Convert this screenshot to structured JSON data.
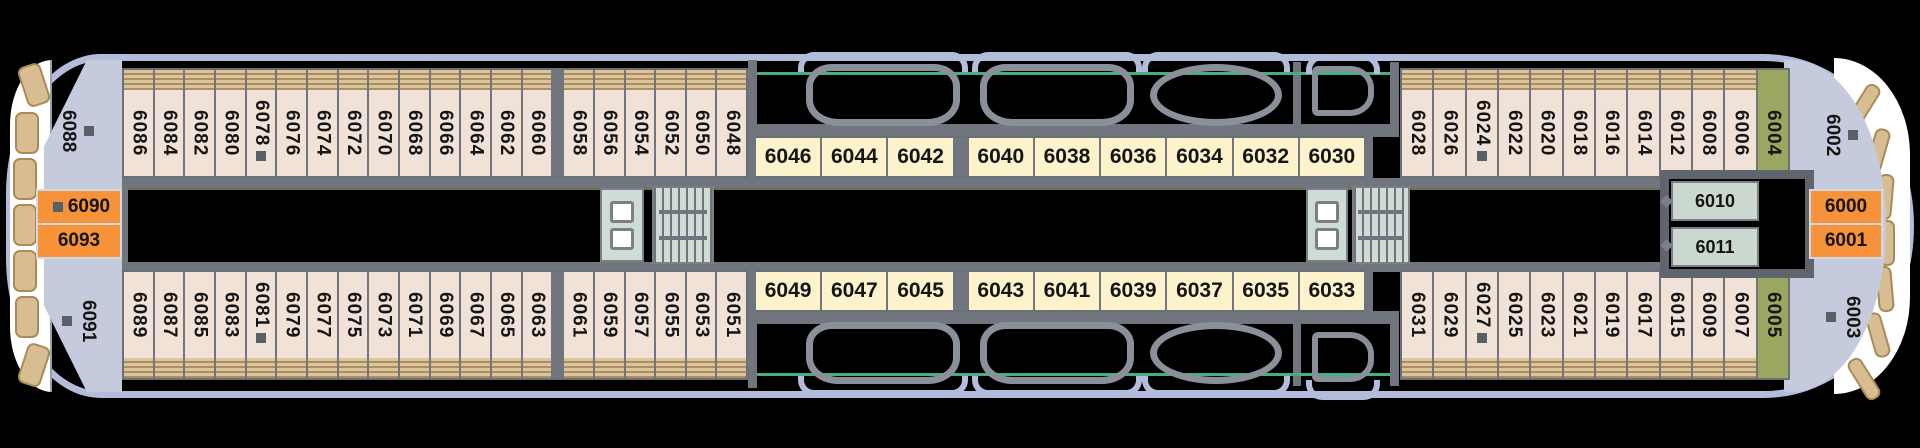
{
  "plan": {
    "rows": {
      "top_left": [
        {
          "n": "6086"
        },
        {
          "n": "6084"
        },
        {
          "n": "6082"
        },
        {
          "n": "6080"
        },
        {
          "n": "6078",
          "marker": "after"
        },
        {
          "n": "6076"
        },
        {
          "n": "6074"
        },
        {
          "n": "6072"
        },
        {
          "n": "6070"
        },
        {
          "n": "6068"
        },
        {
          "n": "6066"
        },
        {
          "n": "6064"
        },
        {
          "n": "6062"
        },
        {
          "n": "6060",
          "gap_after": true
        },
        {
          "n": "6058"
        },
        {
          "n": "6056"
        },
        {
          "n": "6054"
        },
        {
          "n": "6052"
        },
        {
          "n": "6050"
        },
        {
          "n": "6048"
        }
      ],
      "top_inner": [
        {
          "n": "6046"
        },
        {
          "n": "6044"
        },
        {
          "n": "6042",
          "gap_after": true
        },
        {
          "n": "6040"
        },
        {
          "n": "6038"
        },
        {
          "n": "6036"
        },
        {
          "n": "6034"
        },
        {
          "n": "6032"
        },
        {
          "n": "6030"
        }
      ],
      "top_right": [
        {
          "n": "6028"
        },
        {
          "n": "6026"
        },
        {
          "n": "6024",
          "marker": "after"
        },
        {
          "n": "6022"
        },
        {
          "n": "6020"
        },
        {
          "n": "6018"
        },
        {
          "n": "6016"
        },
        {
          "n": "6014"
        },
        {
          "n": "6012"
        },
        {
          "n": "6008"
        },
        {
          "n": "6006"
        },
        {
          "n": "6004",
          "type": "green"
        }
      ],
      "bottom_left": [
        {
          "n": "6089"
        },
        {
          "n": "6087"
        },
        {
          "n": "6085"
        },
        {
          "n": "6083"
        },
        {
          "n": "6081",
          "marker": "after"
        },
        {
          "n": "6079"
        },
        {
          "n": "6077"
        },
        {
          "n": "6075"
        },
        {
          "n": "6073"
        },
        {
          "n": "6071"
        },
        {
          "n": "6069"
        },
        {
          "n": "6067"
        },
        {
          "n": "6065"
        },
        {
          "n": "6063",
          "gap_after": true
        },
        {
          "n": "6061"
        },
        {
          "n": "6059"
        },
        {
          "n": "6057"
        },
        {
          "n": "6055"
        },
        {
          "n": "6053"
        },
        {
          "n": "6051"
        }
      ],
      "bottom_inner": [
        {
          "n": "6049"
        },
        {
          "n": "6047"
        },
        {
          "n": "6045",
          "gap_after": true
        },
        {
          "n": "6043"
        },
        {
          "n": "6041"
        },
        {
          "n": "6039"
        },
        {
          "n": "6037"
        },
        {
          "n": "6035"
        },
        {
          "n": "6033"
        }
      ],
      "bottom_right": [
        {
          "n": "6031"
        },
        {
          "n": "6029"
        },
        {
          "n": "6027",
          "marker": "after"
        },
        {
          "n": "6025"
        },
        {
          "n": "6023"
        },
        {
          "n": "6021"
        },
        {
          "n": "6019"
        },
        {
          "n": "6017"
        },
        {
          "n": "6015"
        },
        {
          "n": "6009"
        },
        {
          "n": "6007"
        },
        {
          "n": "6005",
          "type": "green"
        }
      ]
    },
    "stern": {
      "top_label": {
        "n": "6088",
        "marker": "before"
      },
      "bottom_label": {
        "n": "6091",
        "marker": "after"
      },
      "orange": [
        {
          "n": "6090",
          "marker": "before"
        },
        {
          "n": "6093"
        }
      ]
    },
    "bow": {
      "top_label": {
        "n": "6002",
        "marker": "before"
      },
      "bottom_label": {
        "n": "6003",
        "marker": "after"
      },
      "orange": [
        {
          "n": "6000"
        },
        {
          "n": "6001"
        }
      ],
      "mid_cabins": [
        {
          "n": "6010"
        },
        {
          "n": "6011"
        }
      ]
    },
    "icons": {
      "elevator": "elevator-icon",
      "stairs": "stairs-icon",
      "lifeboat": "lifeboat-shape",
      "window": "window-block",
      "marker": "feature-marker-square"
    },
    "colors": {
      "cabin_beige": "#f1e2d8",
      "cabin_inner_cream": "#fcf2cb",
      "cabin_orange": "#f5923a",
      "cabin_green": "#9ba760",
      "cabin_sage": "#cbd8cf",
      "deck_periwinkle": "#c6cadd",
      "hull_outline": "#b3bcda",
      "structure_gray": "#70757e",
      "lifeboat_gray": "#8a8f99",
      "balcony_tan": "#d9bd92",
      "marker_gray": "#576067",
      "rail_green": "#3fb27f",
      "background": "#000000"
    }
  }
}
